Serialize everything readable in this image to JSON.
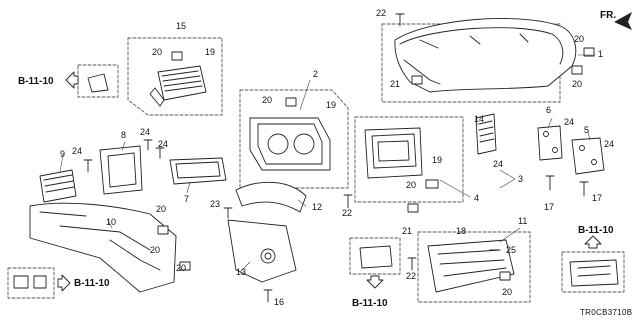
{
  "diagram": {
    "direction_label": "FR.",
    "diagram_code": "TR0CB3710B",
    "refs": {
      "r1": "B-11-10",
      "r2": "B-11-10",
      "r3": "B-11-10",
      "r4": "B-11-10"
    },
    "callouts": {
      "c1": "1",
      "c2": "2",
      "c3": "3",
      "c4": "4",
      "c5": "5",
      "c6": "6",
      "c7": "7",
      "c8": "8",
      "c9": "9",
      "c10": "10",
      "c11": "11",
      "c12": "12",
      "c13": "13",
      "c14": "14",
      "c15": "15",
      "c16": "16",
      "c17a": "17",
      "c17b": "17",
      "c18": "18",
      "c19a": "19",
      "c19b": "19",
      "c19c": "19",
      "c20a": "20",
      "c20b": "20",
      "c20c": "20",
      "c20d": "20",
      "c20e": "20",
      "c20f": "20",
      "c20g": "20",
      "c20h": "20",
      "c20i": "20",
      "c21a": "21",
      "c21b": "21",
      "c22a": "22",
      "c22b": "22",
      "c22c": "22",
      "c23": "23",
      "c24a": "24",
      "c24b": "24",
      "c24c": "24",
      "c24d": "24",
      "c24e": "24",
      "c24f": "24",
      "c25": "25"
    }
  }
}
